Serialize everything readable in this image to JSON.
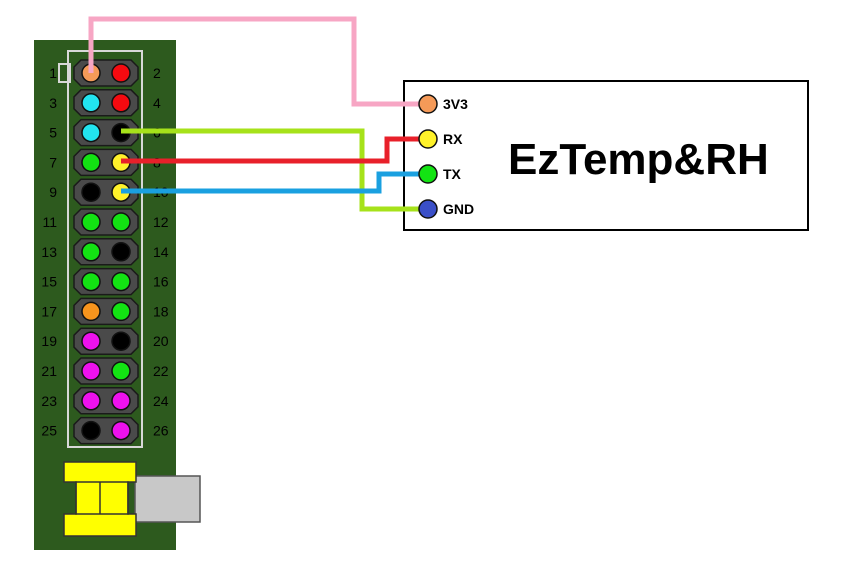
{
  "header": {
    "pins": [
      {
        "num": "1",
        "color": "#f59a58"
      },
      {
        "num": "2",
        "color": "#f50a10"
      },
      {
        "num": "3",
        "color": "#22e4f0"
      },
      {
        "num": "4",
        "color": "#f50a10"
      },
      {
        "num": "5",
        "color": "#22e4f0"
      },
      {
        "num": "6",
        "color": "#000000"
      },
      {
        "num": "7",
        "color": "#13e313"
      },
      {
        "num": "8",
        "color": "#fff22a"
      },
      {
        "num": "9",
        "color": "#000000"
      },
      {
        "num": "10",
        "color": "#fff22a"
      },
      {
        "num": "11",
        "color": "#13e313"
      },
      {
        "num": "12",
        "color": "#13e313"
      },
      {
        "num": "13",
        "color": "#13e313"
      },
      {
        "num": "14",
        "color": "#000000"
      },
      {
        "num": "15",
        "color": "#13e313"
      },
      {
        "num": "16",
        "color": "#13e313"
      },
      {
        "num": "17",
        "color": "#f7941d"
      },
      {
        "num": "18",
        "color": "#13e313"
      },
      {
        "num": "19",
        "color": "#ee11ee"
      },
      {
        "num": "20",
        "color": "#000000"
      },
      {
        "num": "21",
        "color": "#ee11ee"
      },
      {
        "num": "22",
        "color": "#13e313"
      },
      {
        "num": "23",
        "color": "#ee11ee"
      },
      {
        "num": "24",
        "color": "#ee11ee"
      },
      {
        "num": "25",
        "color": "#000000"
      },
      {
        "num": "26",
        "color": "#ee11ee"
      }
    ]
  },
  "module": {
    "title": "EzTemp&RH",
    "pins": [
      {
        "label": "3V3",
        "color": "#f59a58"
      },
      {
        "label": "RX",
        "color": "#fff22a"
      },
      {
        "label": "TX",
        "color": "#13e313"
      },
      {
        "label": "GND",
        "color": "#3a4fc8"
      }
    ]
  },
  "wires": [
    {
      "from": "1",
      "to": "3V3",
      "color": "#f7a6c4"
    },
    {
      "from": "6",
      "to": "GND",
      "color": "#a6e21a"
    },
    {
      "from": "8",
      "to": "RX",
      "color": "#e8202a"
    },
    {
      "from": "10",
      "to": "TX",
      "color": "#1aa0e0"
    }
  ],
  "colors": {
    "board": "#2d5a1e",
    "connector_yellow": "#ffff00",
    "connector_gray": "#c8c8c8"
  }
}
